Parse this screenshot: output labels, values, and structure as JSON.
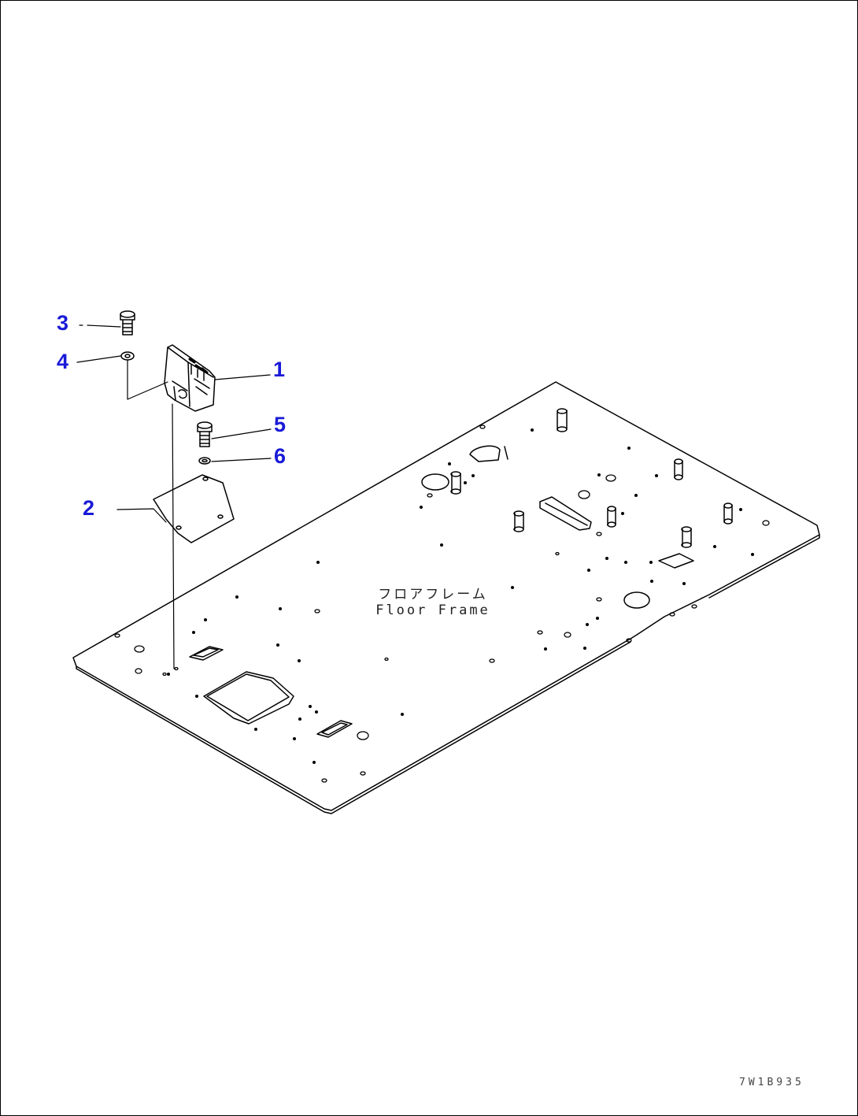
{
  "callouts": [
    "1",
    "2",
    "3",
    "4",
    "5",
    "6"
  ],
  "plate_label": {
    "jp": "フロアフレーム",
    "en": "Floor Frame"
  },
  "drawing_code": "7W1B935",
  "colors": {
    "callout": "#1a1ad8",
    "line": "#000000"
  }
}
